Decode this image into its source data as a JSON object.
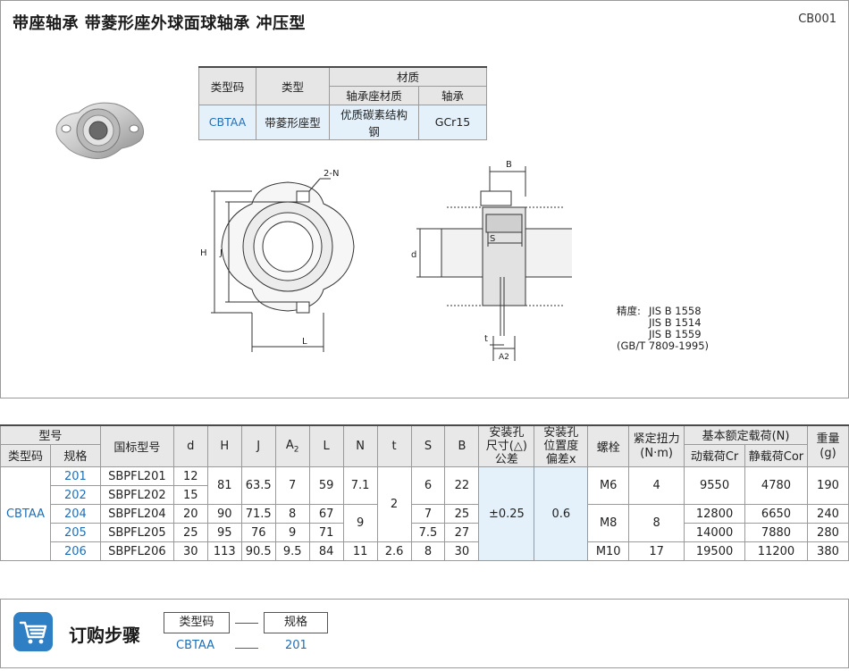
{
  "header": {
    "title": "带座轴承  带菱形座外球面球轴承  冲压型",
    "code": "CB001"
  },
  "material_table": {
    "col_type_code": "类型码",
    "col_type": "类型",
    "col_material": "材质",
    "col_housing_material": "轴承座材质",
    "col_bearing": "轴承",
    "row": {
      "type_code": "CBTAA",
      "type": "带菱形座型",
      "housing_material": "优质碳素结构钢",
      "bearing": "GCr15"
    }
  },
  "drawing_labels": {
    "holes": "2-N",
    "H": "H",
    "J": "J",
    "L": "L",
    "B": "B",
    "S": "S",
    "d": "d",
    "t": "t",
    "A2": "A2"
  },
  "precision": {
    "label": "精度: ",
    "lines": [
      "JIS  B 1558",
      "JIS  B 1514",
      "JIS  B 1559",
      "(GB/T 7809-1995)"
    ]
  },
  "data_table": {
    "headers": {
      "model": "型号",
      "type_code": "类型码",
      "spec": "规格",
      "gb_model": "国标型号",
      "d": "d",
      "H": "H",
      "J": "J",
      "A2": "A",
      "A2_sub": "2",
      "L": "L",
      "N": "N",
      "t": "t",
      "S": "S",
      "B": "B",
      "hole_size_1": "安装孔",
      "hole_size_2": "尺寸(△)",
      "hole_size_3": "公差",
      "hole_pos_1": "安装孔",
      "hole_pos_2": "位置度",
      "hole_pos_3": "偏差x",
      "bolt": "螺栓",
      "torque_1": "紧定扭力",
      "torque_2": "(N·m)",
      "load": "基本额定载荷(N)",
      "dynamic": "动载荷Cr",
      "static": "静载荷Cor",
      "weight_1": "重量",
      "weight_2": "(g)"
    },
    "type_code": "CBTAA",
    "rows": [
      {
        "spec": "201",
        "gb": "SBPFL201",
        "d": "12"
      },
      {
        "spec": "202",
        "gb": "SBPFL202",
        "d": "15"
      },
      {
        "spec": "204",
        "gb": "SBPFL204",
        "d": "20"
      },
      {
        "spec": "205",
        "gb": "SBPFL205",
        "d": "25"
      },
      {
        "spec": "206",
        "gb": "SBPFL206",
        "d": "30"
      }
    ],
    "merged": {
      "H_12": "81",
      "J_12": "63.5",
      "A2_12": "7",
      "L_12": "59",
      "N_12": "7.1",
      "S_12": "6",
      "B_12": "22",
      "H_3": "90",
      "J_3": "71.5",
      "A2_3": "8",
      "L_3": "67",
      "S_3": "7",
      "B_3": "25",
      "H_4": "95",
      "J_4": "76",
      "A2_4": "9",
      "L_4": "71",
      "S_4": "7.5",
      "B_4": "27",
      "H_5": "113",
      "J_5": "90.5",
      "A2_5": "9.5",
      "L_5": "84",
      "N_5": "11",
      "t_5": "2.6",
      "S_5": "8",
      "B_5": "30",
      "N_34": "9",
      "t_14": "2",
      "tolerance": "±0.25",
      "position": "0.6",
      "bolt_12": "M6",
      "bolt_34": "M8",
      "bolt_5": "M10",
      "torque_12": "4",
      "torque_34": "8",
      "torque_5": "17",
      "dyn_12": "9550",
      "stat_12": "4780",
      "w_12": "190",
      "dyn_3": "12800",
      "stat_3": "6650",
      "w_3": "240",
      "dyn_4": "14000",
      "stat_4": "7880",
      "w_4": "280",
      "dyn_5": "19500",
      "stat_5": "11200",
      "w_5": "380"
    }
  },
  "order": {
    "title": "订购步骤",
    "box1": "类型码",
    "box2": "规格",
    "val1": "CBTAA",
    "val2": "201"
  },
  "colors": {
    "accent": "#2f7fc4",
    "highlight": "#e4f1fb",
    "link": "#1f6fb8"
  }
}
